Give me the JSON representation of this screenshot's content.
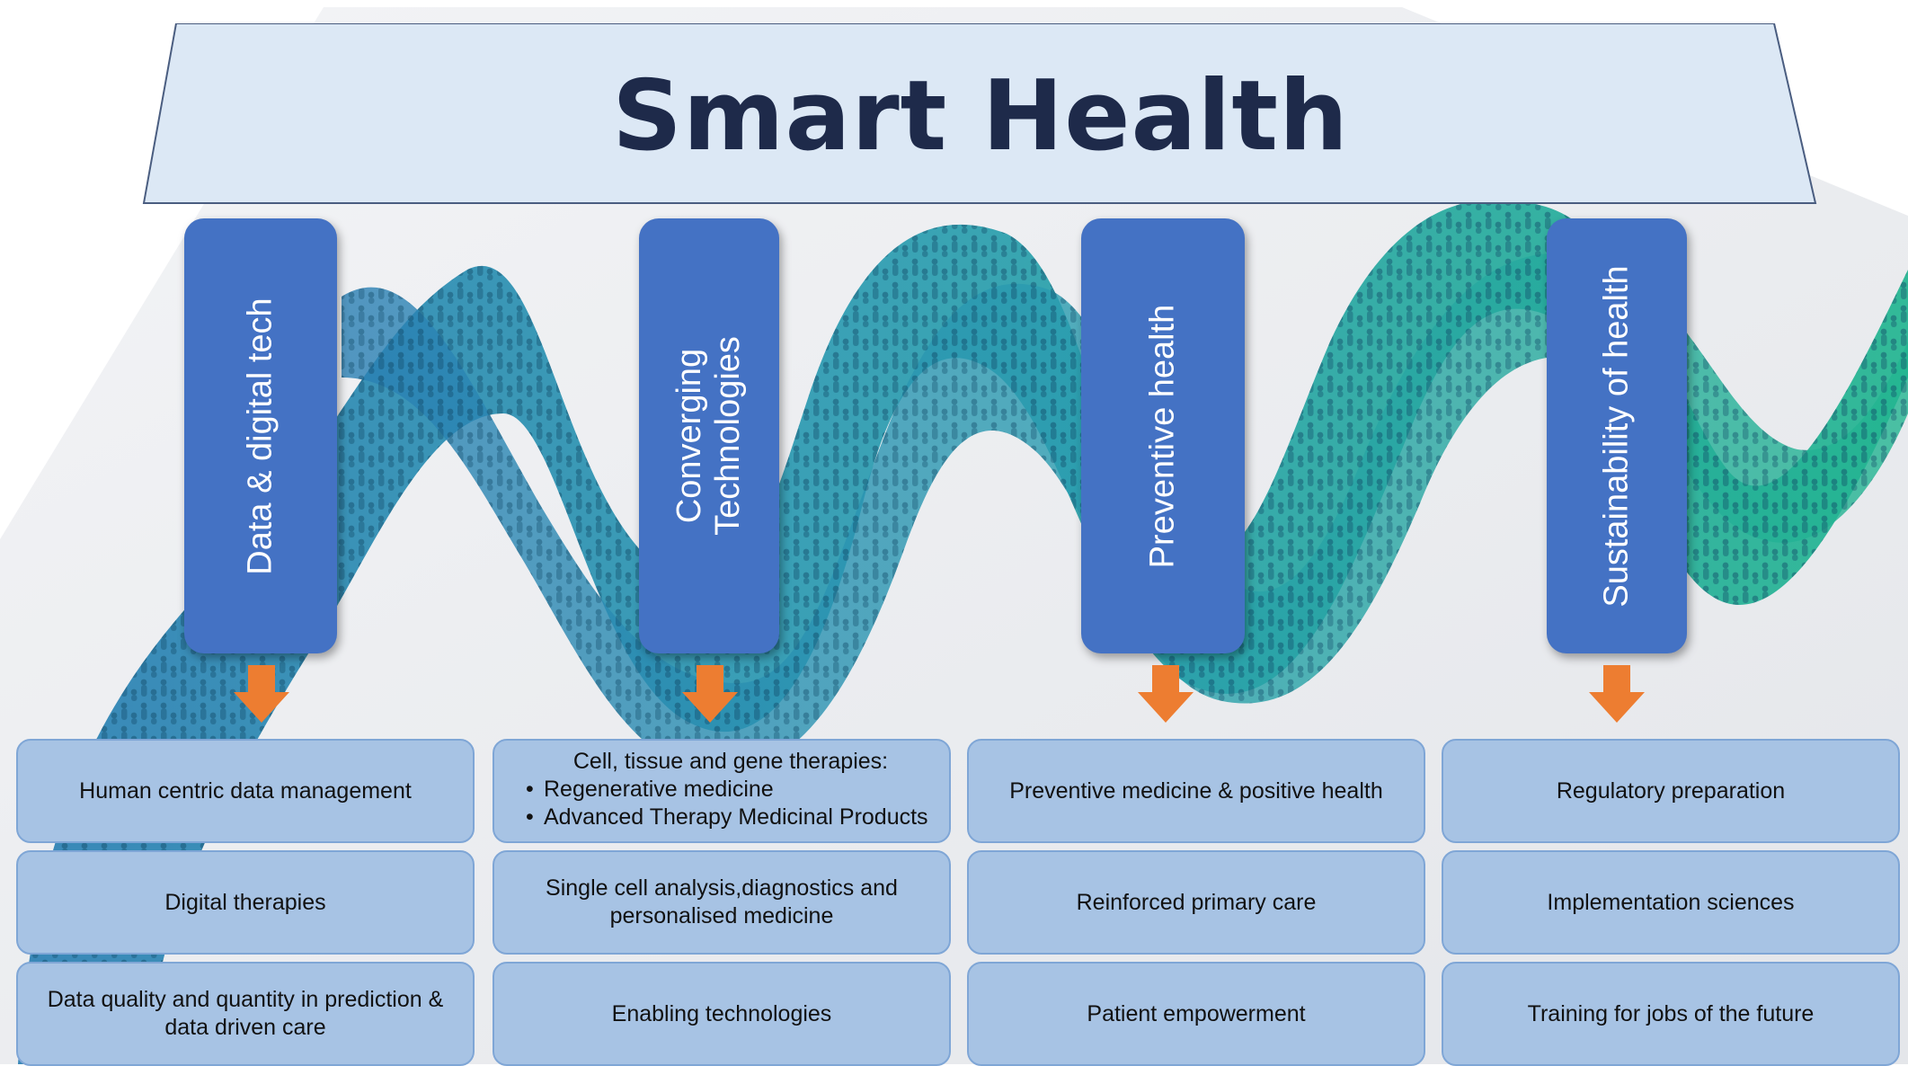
{
  "banner": {
    "title": "Smart Health"
  },
  "pillars": [
    {
      "label": "Data & digital tech"
    },
    {
      "label_line1": "Converging",
      "label_line2": "Technologies"
    },
    {
      "label": "Preventive health"
    },
    {
      "label": "Sustainability of health"
    }
  ],
  "columns": [
    {
      "items": [
        "Human centric data management",
        "Digital therapies",
        "Data quality and quantity in prediction & data driven care"
      ]
    },
    {
      "first": {
        "heading": "Cell, tissue and gene therapies:",
        "bullets": [
          "Regenerative medicine",
          "Advanced Therapy Medicinal Products"
        ]
      },
      "items": [
        "Single cell analysis,diagnostics and personalised medicine",
        "Enabling technologies"
      ]
    },
    {
      "items": [
        "Preventive medicine & positive health",
        "Reinforced primary care",
        "Patient empowerment"
      ]
    },
    {
      "items": [
        "Regulatory preparation",
        "Implementation sciences",
        "Training for jobs of the future"
      ]
    }
  ],
  "colors": {
    "banner_fill": "#dce8f5",
    "banner_stroke": "#4a5d80",
    "title": "#1e2a4a",
    "pillar": "#4472c4",
    "arrow": "#ed7d31",
    "cell": "#a7c3e4",
    "crowd_blue": "#2a8fb8",
    "crowd_green": "#21b294"
  },
  "background": {
    "description_icon": "crowd-of-people-image"
  }
}
